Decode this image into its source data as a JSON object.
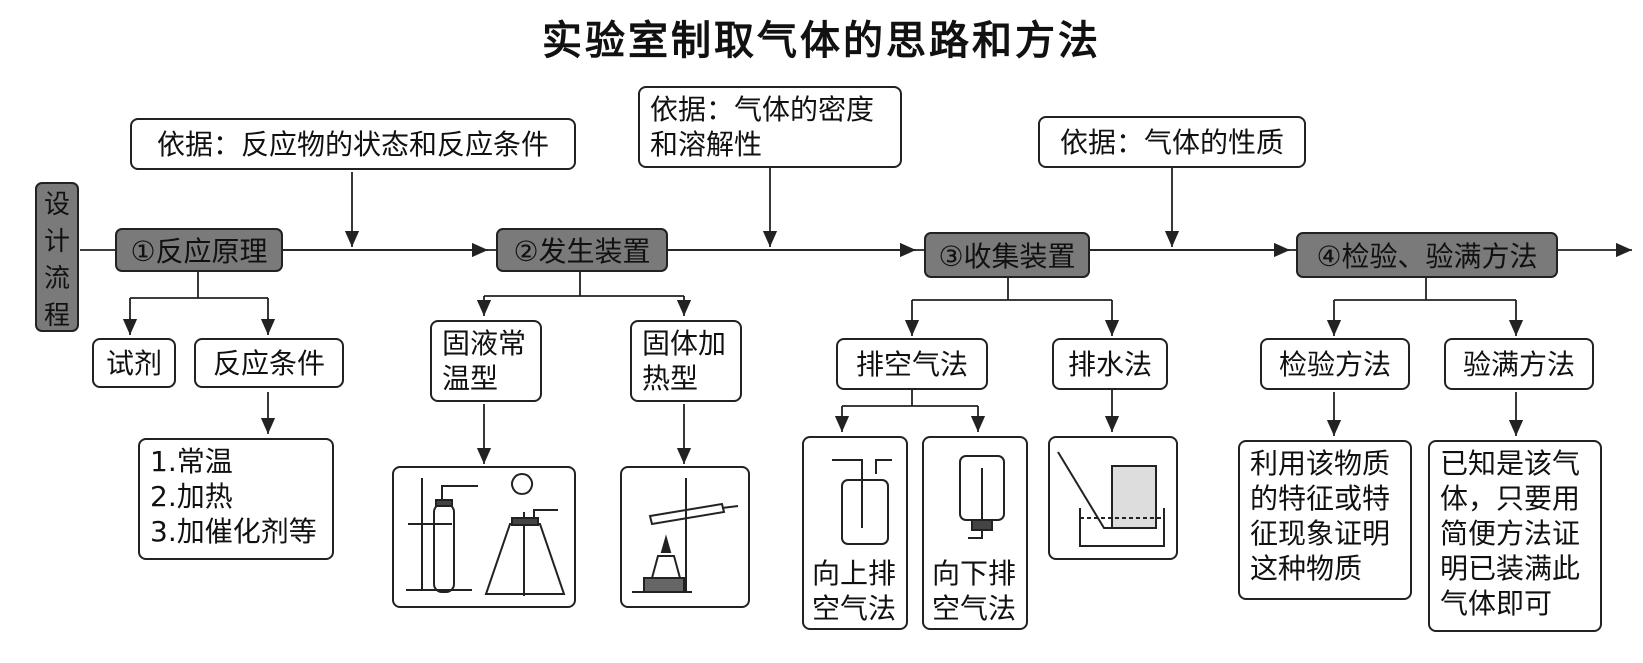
{
  "title": "实验室制取气体的思路和方法",
  "sidebar": [
    "设",
    "计",
    "流",
    "程"
  ],
  "basis": {
    "reaction": "依据：反应物的状态和反应条件",
    "gas_density": [
      "依据：气体的密度",
      "和溶解性"
    ],
    "gas_property": "依据：气体的性质"
  },
  "steps": [
    "①反应原理",
    "②发生装置",
    "③收集装置",
    "④检验、验满方法"
  ],
  "reaction_principle": {
    "reagent": "试剂",
    "condition": "反应条件",
    "condition_list": [
      "1.常温",
      "2.加热",
      "3.加催化剂等"
    ]
  },
  "generator": {
    "solid_liquid": [
      "固液常",
      "温型"
    ],
    "solid_heat": [
      "固体加",
      "热型"
    ]
  },
  "collection": {
    "air_method": "排空气法",
    "water_method": "排水法",
    "upward": [
      "向上排",
      "空气法"
    ],
    "downward": [
      "向下排",
      "空气法"
    ]
  },
  "test": {
    "test_method": "检验方法",
    "full_method": "验满方法",
    "test_desc": [
      "利用该物质",
      "的特征或特",
      "征现象证明",
      "这种物质"
    ],
    "full_desc": [
      "已知是该气",
      "体，只要用",
      "简便方法证",
      "明已装满此",
      "气体即可"
    ]
  }
}
